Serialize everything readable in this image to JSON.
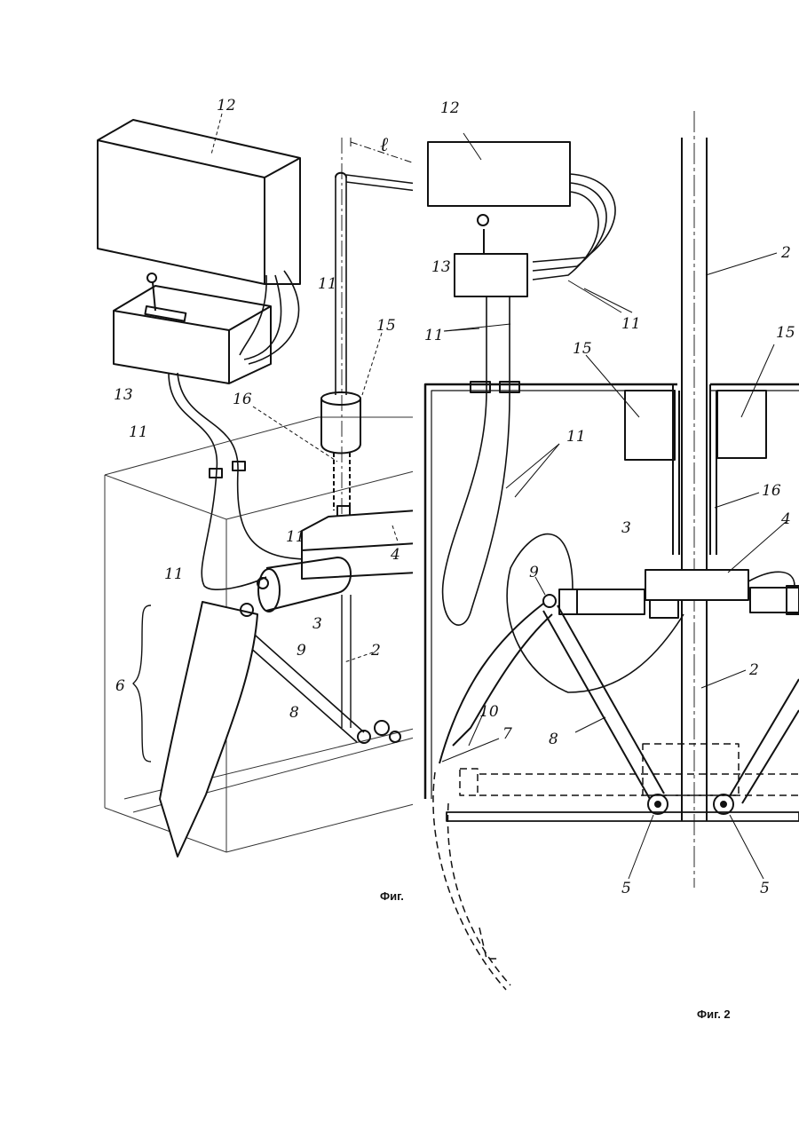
{
  "fig1": {
    "caption": "Фиг.",
    "labels": {
      "l12": "12",
      "l13": "13",
      "l11a": "11",
      "l11b": "11",
      "l11c": "11",
      "l11d": "11",
      "l15": "15",
      "l16": "16",
      "l3": "3",
      "l4": "4",
      "l9": "9",
      "l2": "2",
      "l6": "6",
      "l8": "8",
      "lel": "ℓ"
    }
  },
  "fig2": {
    "caption": "Фиг. 2",
    "labels": {
      "l12": "12",
      "l13": "13",
      "l11a": "11",
      "l11b": "11",
      "l11c": "11",
      "l2a": "2",
      "l2b": "2",
      "l15a": "15",
      "l15b": "15",
      "l16": "16",
      "l3": "3",
      "l4": "4",
      "l9": "9",
      "l10": "10",
      "l7": "7",
      "l8": "8",
      "l5a": "5",
      "l5b": "5"
    }
  }
}
